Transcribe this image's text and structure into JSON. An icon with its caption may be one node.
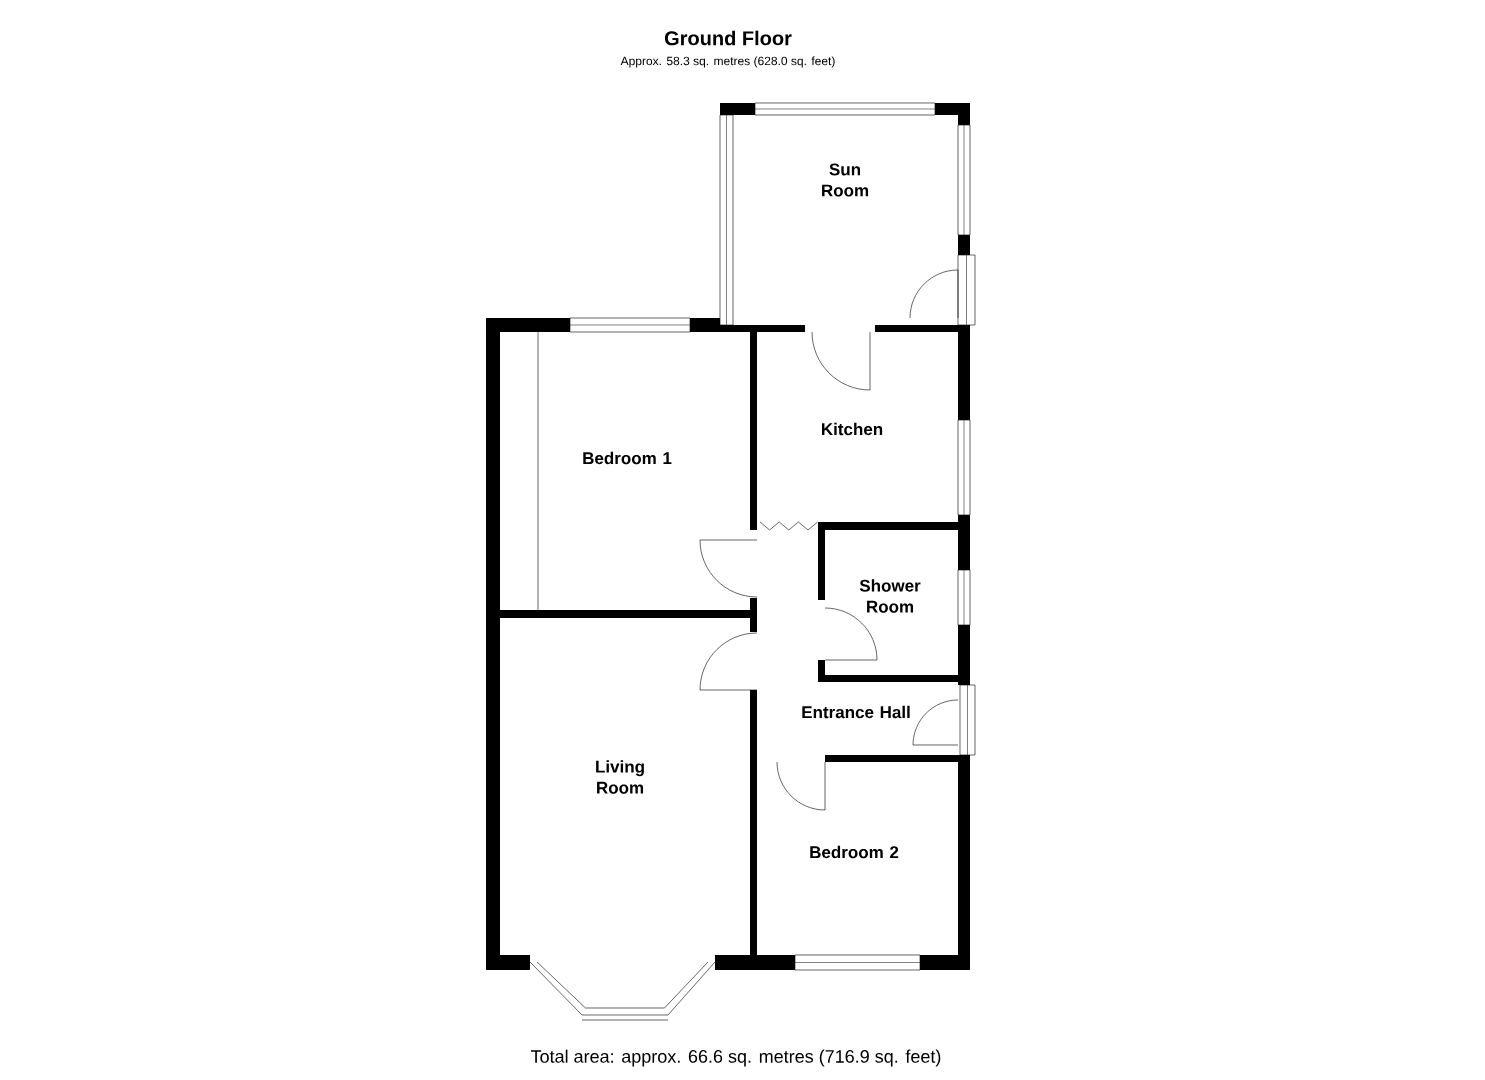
{
  "diagram": {
    "title": "Ground Floor",
    "caption": "Total area: approx. 66.6 sq. metres (716.9 sq. feet)",
    "nodes": [
      {
        "text": [
          "Sun Room"
        ]
      },
      {
        "text": [
          "Bedroom 1"
        ]
      },
      {
        "text": [
          "Kitchen"
        ]
      },
      {
        "text": [
          "Shower Room"
        ]
      },
      {
        "text": [
          "Entrance Hall"
        ]
      },
      {
        "text": [
          "Living Room"
        ]
      },
      {
        "text": [
          "Bedroom 2"
        ]
      }
    ],
    "labels": [
      "Approx. 58.3 sq. metres (628.0 sq. feet)"
    ]
  }
}
